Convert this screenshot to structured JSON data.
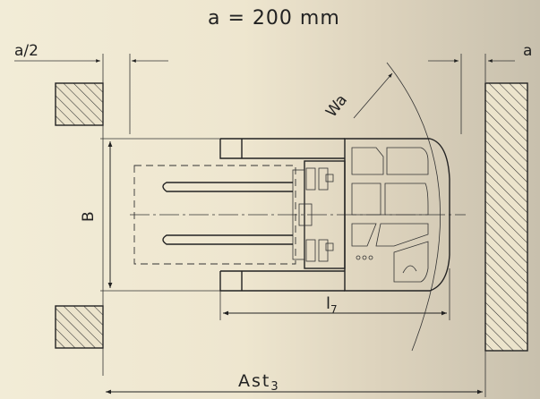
{
  "header": {
    "spacing_formula": "a = 200 mm"
  },
  "labels": {
    "half_gap": "a/2",
    "gap": "a",
    "turning_radius": "Wa",
    "width": "B",
    "length": "l",
    "length_sub": "7",
    "aisle": "Ast",
    "aisle_sub": "3"
  },
  "colors": {
    "background_light": "#f2ecd7",
    "background_dark": "#c8c0ad",
    "line": "#222222",
    "hatch": "#333333"
  }
}
